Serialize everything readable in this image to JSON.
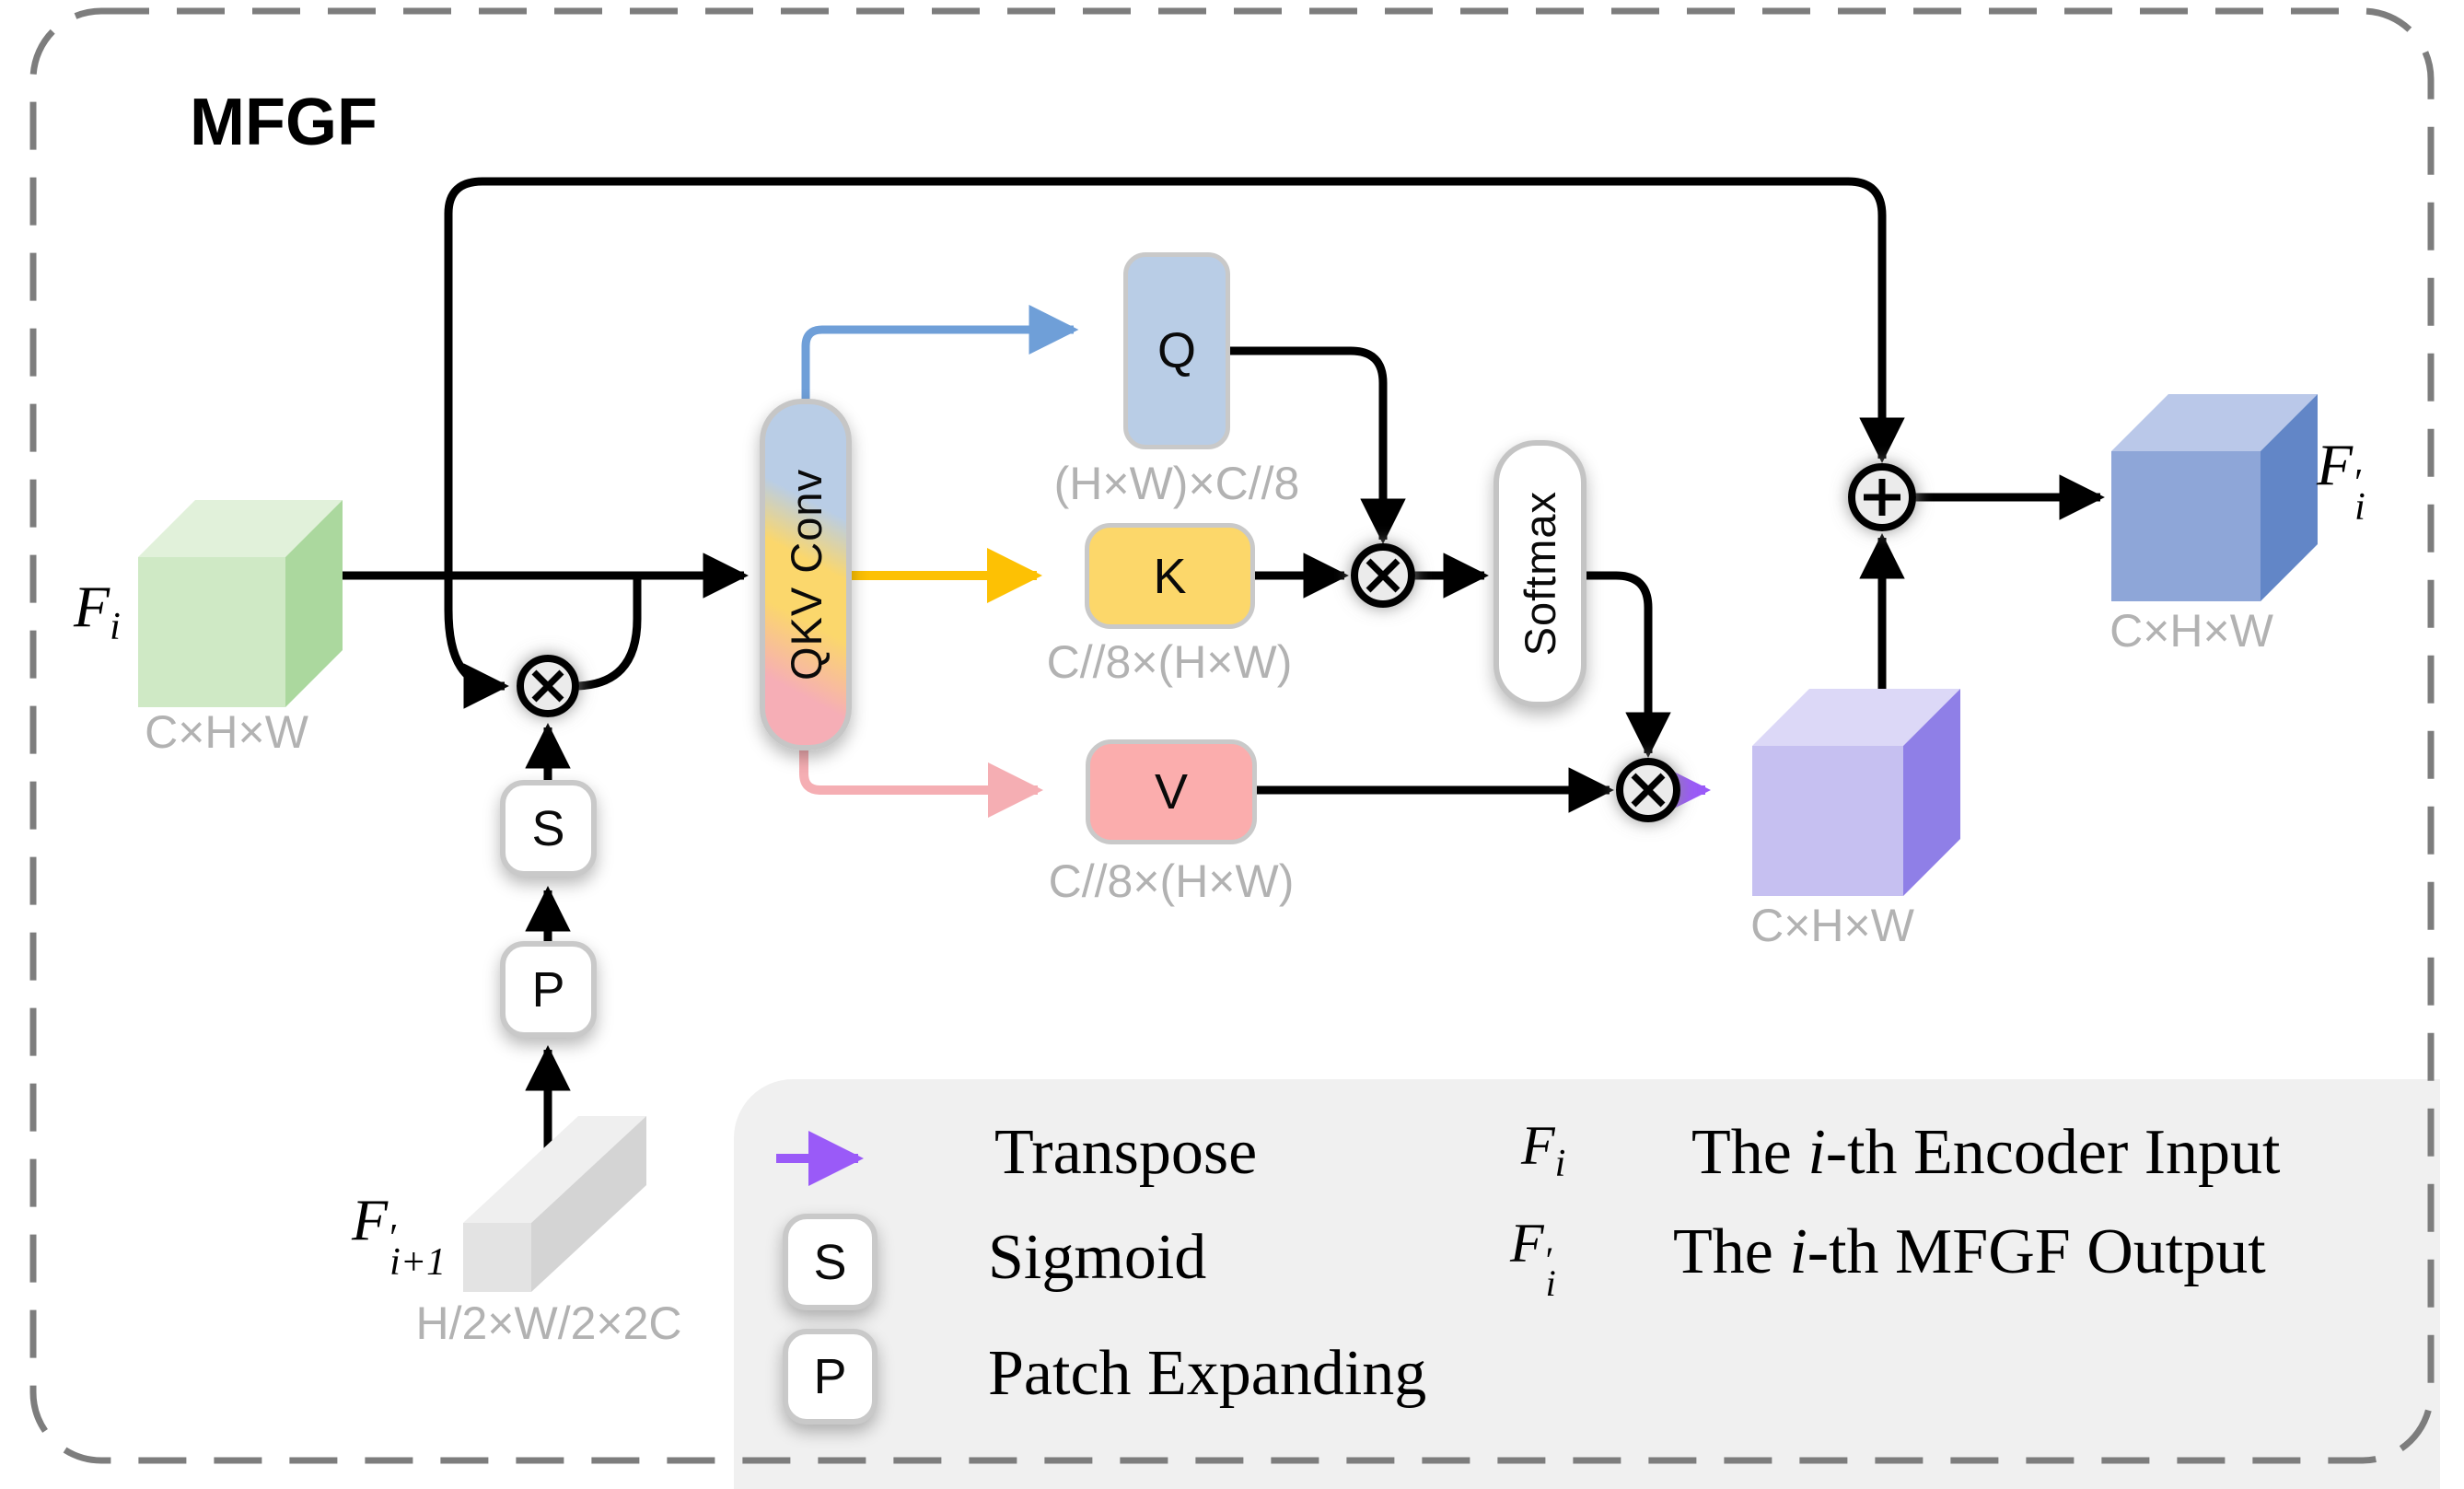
{
  "title": "MFGF",
  "diagram": {
    "input_cube": {
      "sym": "F",
      "sub": "i",
      "dim": "C×H×W"
    },
    "lower_input": {
      "sym": "F",
      "prime": "′",
      "sub": "i+1",
      "dim": "H/2×W/2×2C"
    },
    "sigmoid_box": "S",
    "patch_box": "P",
    "qkv_box": "QKV Conv",
    "q_box": {
      "label": "Q",
      "dim": "(H×W)×C//8"
    },
    "k_box": {
      "label": "K",
      "dim": "C//8×(H×W)"
    },
    "v_box": {
      "label": "V",
      "dim": "C//8×(H×W)"
    },
    "softmax_box": "Softmax",
    "attention_cube_dim": "C×H×W",
    "output_cube": {
      "sym": "F",
      "prime": "′",
      "sub": "i",
      "dim": "C×H×W"
    }
  },
  "legend": {
    "transpose_label": "Transpose",
    "sigmoid_chip": "S",
    "sigmoid_label": "Sigmoid",
    "patch_chip": "P",
    "patch_label": "Patch Expanding",
    "fi_sym": "F",
    "fi_sub": "i",
    "fi_desc": [
      "The ",
      "i",
      "-th Encoder Input"
    ],
    "fo_sym": "F",
    "fo_prime": "′",
    "fo_sub": "i",
    "fo_desc": [
      "The ",
      "i",
      "-th MFGF Output"
    ]
  },
  "colors": {
    "q_blue": "#b9cde6",
    "k_yellow": "#fcd76a",
    "v_pink": "#fbadad",
    "blue_arrow": "#6f9fd8",
    "yellow_arrow": "#fdc104",
    "pink_arrow": "#f5aeb3",
    "purple_arrow": "#9a5af8",
    "green_cube": "#cfe9c5",
    "purple_cube": "#c6c0f1",
    "blue_cube": "#8ea6d8",
    "dim_text": "#b2b2b2",
    "legend_bg": "#f0f0f0",
    "border_dash": "#7d7d7d"
  }
}
